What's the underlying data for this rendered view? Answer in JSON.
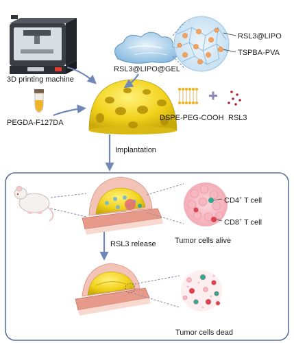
{
  "labels": {
    "printer": "3D printing machine",
    "gel": "RSL3@LIPO@GEL",
    "lipo": "RSL3@LIPO",
    "tspba": "TSPBA-PVA",
    "peg": "PEGDA-F127DA",
    "dspe": "DSPE-PEG-COOH",
    "rsl3": "RSL3",
    "implantation": "Implantation",
    "cd4_main": "CD4",
    "cd4_sup": "+",
    "cd4_tail": " T cell",
    "cd8_main": "CD8",
    "cd8_sup": "+",
    "cd8_tail": " T cell",
    "release": "RSL3 release",
    "alive": "Tumor cells alive",
    "dead": "Tumor cells dead"
  },
  "colors": {
    "scaffold": "#f2d21c",
    "arrow": "#6f88b8",
    "panel_border": "#5a6f9a",
    "gel_cloud": "#9cc6e6",
    "tumor_pink": "#f3a9b4",
    "skin": "#e89a8a",
    "cd4": "#2fa98f",
    "cd8": "#d9434d"
  }
}
